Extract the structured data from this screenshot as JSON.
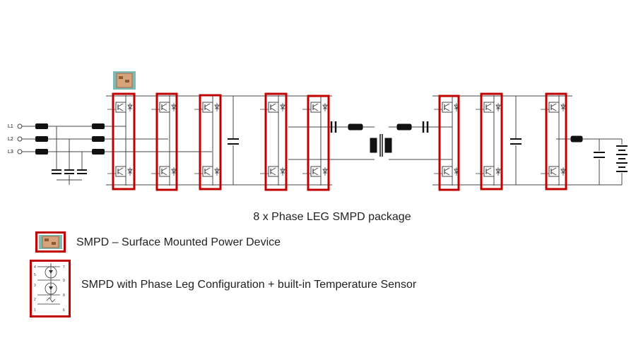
{
  "lines": [
    "L1",
    "L2",
    "L3"
  ],
  "caption": "8 x Phase LEG SMPD package",
  "legend": {
    "smpd_text": "SMPD – Surface Mounted Power Device",
    "phase_leg_text": "SMPD with Phase Leg Configuration + built-in Temperature Sensor",
    "pin_numbers": [
      "4",
      "5",
      "3",
      "2",
      "1",
      "7",
      "9",
      "8",
      "6"
    ]
  },
  "colors": {
    "highlight": "#c00000",
    "wire": "#333333",
    "inductor": "#111111"
  }
}
